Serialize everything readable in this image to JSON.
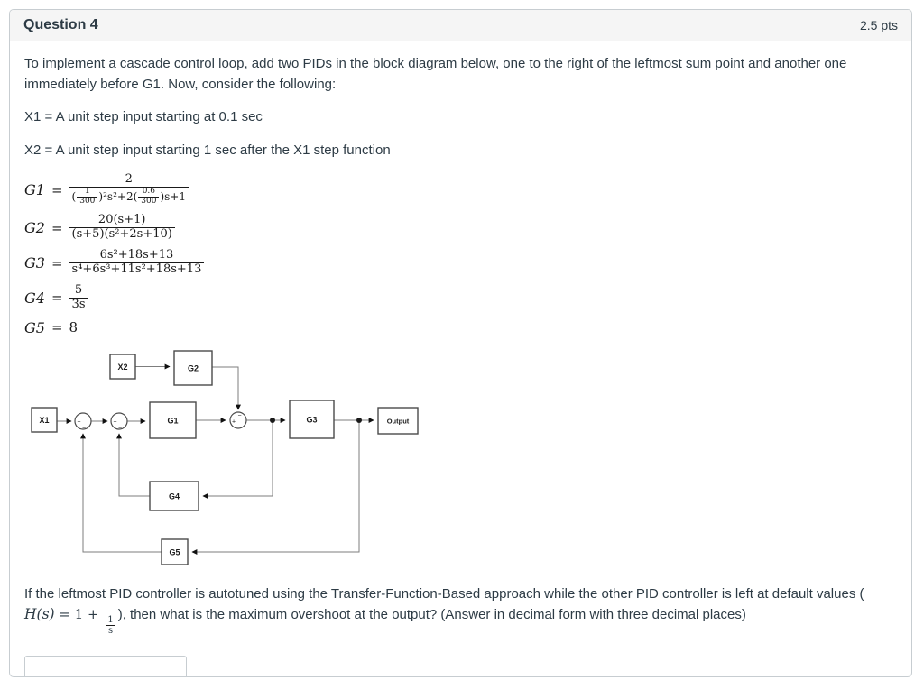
{
  "header": {
    "title": "Question 4",
    "points": "2.5 pts"
  },
  "body": {
    "intro": "To implement a cascade control loop, add two PIDs in the block diagram below, one to the right of the leftmost sum point and another one immediately before G1. Now, consider the following:",
    "x1_line": "X1 = A unit step input starting at 0.1 sec",
    "x2_line": "X2 = A unit step input starting 1 sec after the X1 step function"
  },
  "formulas": {
    "g1": {
      "lhs": "G1",
      "eq": "=",
      "num": "2",
      "d1": "(",
      "f1n": "1",
      "f1d": "300",
      "d2": ")²s²+2(",
      "f2n": "0.6",
      "f2d": "300",
      "d3": ")s+1"
    },
    "g2": {
      "lhs": "G2",
      "eq": "=",
      "num": "20(s+1)",
      "den": "(s+5)(s²+2s+10)"
    },
    "g3": {
      "lhs": "G3",
      "eq": "=",
      "num": "6s²+18s+13",
      "den": "s⁴+6s³+11s²+18s+13"
    },
    "g4": {
      "lhs": "G4",
      "eq": "=",
      "num": "5",
      "den": "3s"
    },
    "g5": {
      "lhs": "G5",
      "eq": "=",
      "rhs": "8"
    }
  },
  "diagram": {
    "blocks": {
      "x1": "X1",
      "x2": "X2",
      "g1": "G1",
      "g2": "G2",
      "g3": "G3",
      "g4": "G4",
      "g5": "G5",
      "output": "Output"
    },
    "signs": {
      "plus": "+",
      "minus": "−"
    }
  },
  "closing": {
    "part1": "If the leftmost PID controller is autotuned using the Transfer-Function-Based approach while the other PID controller is left at default values (",
    "h_lhs": "H(s)",
    "h_eq": " = 1 + ",
    "frac_num": "1",
    "frac_den": "s",
    "part2": "), then what is the maximum overshoot at the output? (Answer in decimal form with three decimal places)"
  },
  "answer_input": {
    "value": "",
    "placeholder": ""
  },
  "colors": {
    "card_border": "#c7cdd1",
    "header_bg": "#f5f5f5",
    "text": "#2d3b45",
    "diagram_line": "#7d7d7d",
    "block_border": "#4a4a4a"
  }
}
